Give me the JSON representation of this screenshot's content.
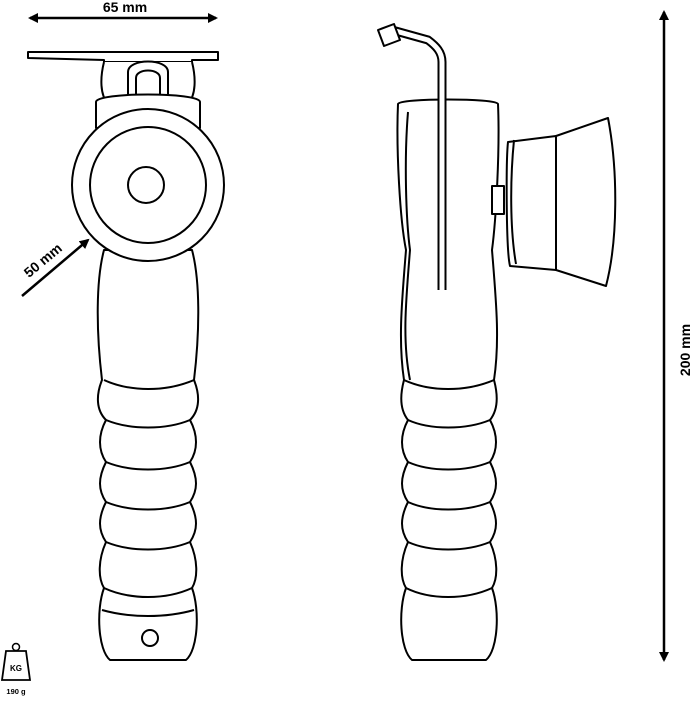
{
  "dimensions": {
    "width_label": "65 mm",
    "diameter_label": "50 mm",
    "height_label": "200 mm"
  },
  "weight": {
    "icon_text": "KG",
    "value": "190 g"
  },
  "colors": {
    "stroke": "#000000",
    "background": "#ffffff"
  }
}
